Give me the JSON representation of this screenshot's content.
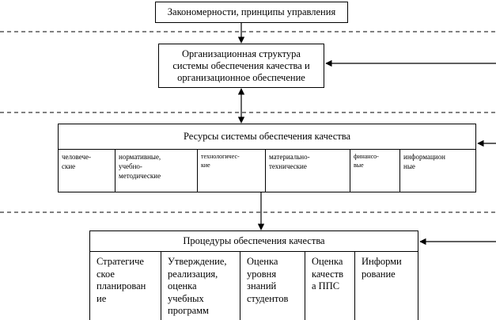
{
  "top": {
    "principles": "Закономерности, принципы управления"
  },
  "org": {
    "text": "Организационная структура\nсистемы обеспечения качества и\nорганизационное обеспечение"
  },
  "resources": {
    "title": "Ресурсы системы обеспечения качества",
    "items": [
      "человече-\nские",
      "нормативные,\nучебно-\nметодические",
      "технологичес-\nкие",
      "материально-\nтехнические",
      "финансо-\nвые",
      "информацион\nные"
    ]
  },
  "procedures": {
    "title": "Процедуры обеспечения качества",
    "items": [
      "Стратегиче\nское\nпланирован\nие",
      "Утверждение,\nреализация,\nоценка\nучебных\nпрограмм",
      "Оценка\nуровня\nзнаний\nстудентов",
      "Оценка\nкачеств\nа ППС",
      "Информи\nрование"
    ]
  }
}
